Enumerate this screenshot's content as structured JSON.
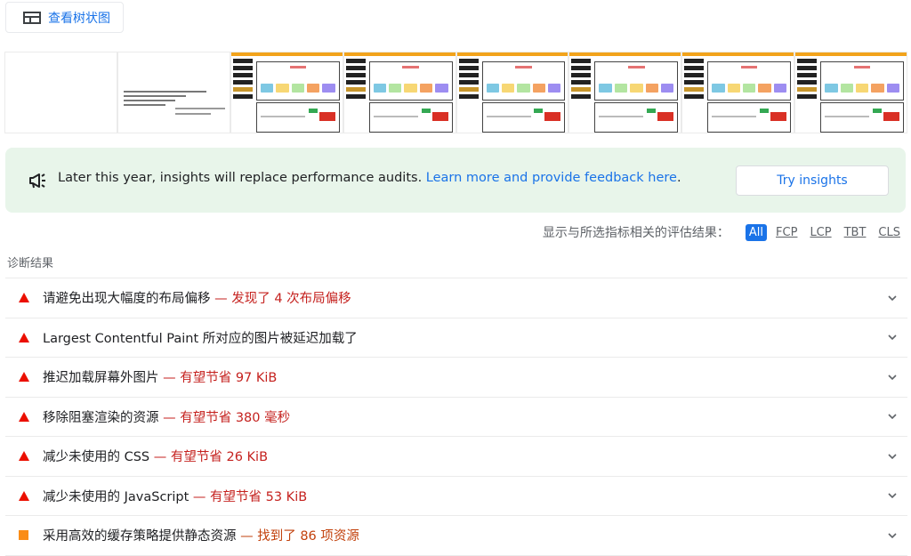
{
  "treemap": {
    "label": "查看树状图"
  },
  "banner": {
    "message": "Later this year, insights will replace performance audits.",
    "link": "Learn more and provide feedback here",
    "period": ".",
    "button": "Try insights"
  },
  "filter": {
    "caption": "显示与所选指标相关的评估结果：",
    "chips": [
      "All",
      "FCP",
      "LCP",
      "TBT",
      "CLS"
    ],
    "active": "All"
  },
  "diagnostics": {
    "title": "诊断结果",
    "items": [
      {
        "title": "请避免出现大幅度的布局偏移",
        "sep": " — ",
        "detail": "发现了 4 次布局偏移",
        "severity": "fail"
      },
      {
        "title": "Largest Contentful Paint 所对应的图片被延迟加载了",
        "sep": "",
        "detail": "",
        "severity": "fail"
      },
      {
        "title": "推迟加载屏幕外图片",
        "sep": " — ",
        "detail": "有望节省 97 KiB",
        "severity": "fail"
      },
      {
        "title": "移除阻塞渲染的资源",
        "sep": " — ",
        "detail": "有望节省 380 毫秒",
        "severity": "fail"
      },
      {
        "title": "减少未使用的 CSS",
        "sep": " — ",
        "detail": "有望节省 26 KiB",
        "severity": "fail"
      },
      {
        "title": "减少未使用的 JavaScript",
        "sep": " — ",
        "detail": "有望节省 53 KiB",
        "severity": "fail"
      },
      {
        "title": "采用高效的缓存策略提供静态资源",
        "sep": " — ",
        "detail": "找到了 86 项资源",
        "severity": "warn"
      }
    ]
  },
  "colors": {
    "fail": "#eb0f00",
    "warn": "#fa8c16",
    "link": "#1a73e8",
    "banner_bg": "#e8f5ea"
  },
  "icons": {
    "treemap": "treemap-icon",
    "banner": "megaphone-icon",
    "expand": "chevron-down-icon"
  }
}
